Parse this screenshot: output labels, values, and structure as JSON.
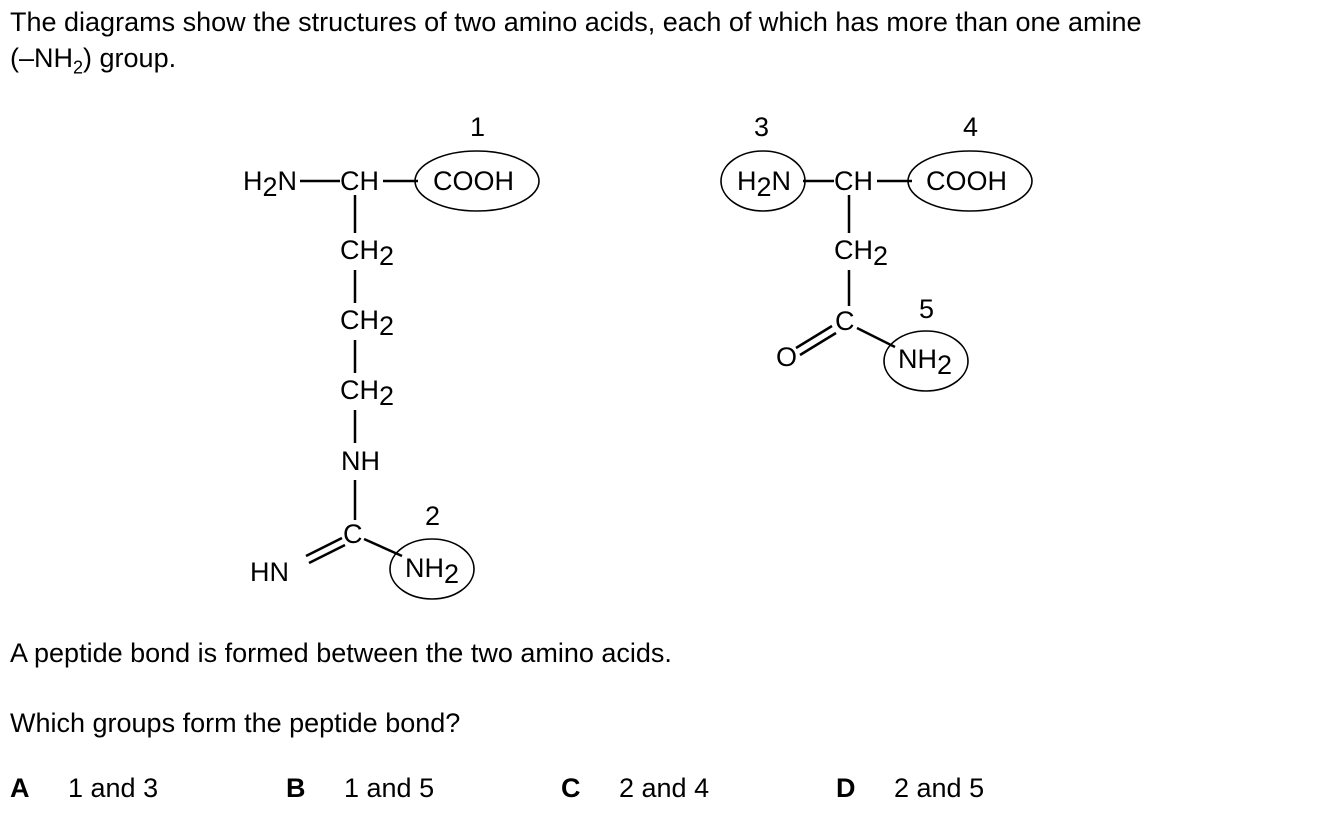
{
  "question": {
    "intro_part1": "The diagrams show the structures of two amino acids, each of which has more than one amine",
    "intro_part2_open": "(–NH",
    "intro_part2_sub": "2",
    "intro_part2_close": ") group.",
    "statement": "A peptide bond is formed between the two amino acids.",
    "prompt": "Which groups form the peptide bond?"
  },
  "diagram": {
    "group_numbers": [
      "1",
      "2",
      "3",
      "4",
      "5"
    ],
    "atoms": {
      "H": "H",
      "N": "N",
      "CH": "CH",
      "COOH": "COOH",
      "C": "C",
      "H_sub": "2",
      "NH": "NH",
      "HN": "HN",
      "O": "O"
    }
  },
  "options": [
    {
      "letter": "A",
      "text": "1 and 3"
    },
    {
      "letter": "B",
      "text": "1 and 5"
    },
    {
      "letter": "C",
      "text": "2 and 4"
    },
    {
      "letter": "D",
      "text": "2 and 5"
    }
  ]
}
